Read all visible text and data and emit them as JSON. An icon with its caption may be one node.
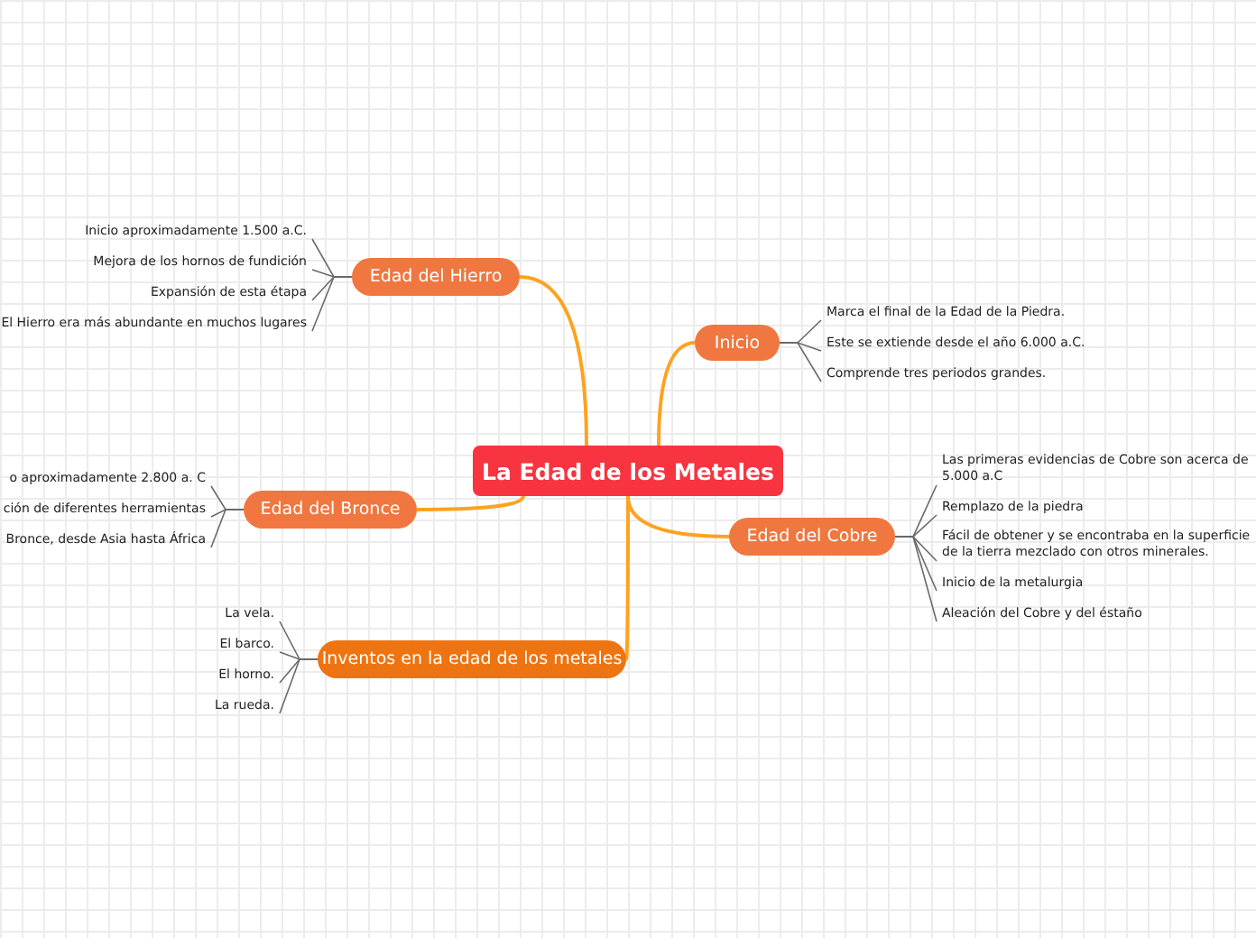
{
  "diagram": {
    "nodes": [
      {
        "text": [
          "La Edad de los Metales"
        ]
      },
      {
        "text": [
          "Edad del Hierro"
        ]
      },
      {
        "text": [
          "Inicio aproximadamente 1.500 a.C."
        ]
      },
      {
        "text": [
          "Mejora de los hornos de fundición"
        ]
      },
      {
        "text": [
          "Expansión de esta étapa"
        ]
      },
      {
        "text": [
          "El Hierro era más abundante en muchos lugares"
        ]
      },
      {
        "text": [
          "Inicio"
        ]
      },
      {
        "text": [
          "Marca el final de la Edad de la Piedra."
        ]
      },
      {
        "text": [
          "Este se extiende desde el año 6.000 a.C."
        ]
      },
      {
        "text": [
          "Comprende tres periodos grandes."
        ]
      },
      {
        "text": [
          "Edad del Bronce"
        ]
      },
      {
        "text": [
          "o aproximadamente 2.800 a. C"
        ]
      },
      {
        "text": [
          "ción de diferentes herramientas"
        ]
      },
      {
        "text": [
          "Bronce, desde Asia hasta África"
        ]
      },
      {
        "text": [
          "Edad del Cobre"
        ]
      },
      {
        "text": [
          "Las primeras evidencias de Cobre son acerca de 5.000 a.C"
        ]
      },
      {
        "text": [
          "Remplazo de la piedra"
        ]
      },
      {
        "text": [
          "Fácil de obtener y se encontraba en la superficie de la tierra mezclado con otros minerales."
        ]
      },
      {
        "text": [
          "Inicio de la metalurgia"
        ]
      },
      {
        "text": [
          "Aleación del Cobre y del éstaño"
        ]
      },
      {
        "text": [
          "Inventos en la edad de los metales"
        ]
      },
      {
        "text": [
          "La vela."
        ]
      },
      {
        "text": [
          "El barco."
        ]
      },
      {
        "text": [
          "El horno."
        ]
      },
      {
        "text": [
          "La rueda."
        ]
      }
    ],
    "edges": [
      {
        "from": 0,
        "to": 1,
        "arrow": "none",
        "color": "#ffa21f"
      },
      {
        "from": 1,
        "to": 2,
        "arrow": "none"
      },
      {
        "from": 1,
        "to": 3,
        "arrow": "none"
      },
      {
        "from": 1,
        "to": 4,
        "arrow": "none"
      },
      {
        "from": 1,
        "to": 5,
        "arrow": "none"
      },
      {
        "from": 0,
        "to": 6,
        "arrow": "none",
        "color": "#ffa21f"
      },
      {
        "from": 6,
        "to": 7,
        "arrow": "none"
      },
      {
        "from": 6,
        "to": 8,
        "arrow": "none"
      },
      {
        "from": 6,
        "to": 9,
        "arrow": "none"
      },
      {
        "from": 0,
        "to": 10,
        "arrow": "none",
        "color": "#ffa21f"
      },
      {
        "from": 10,
        "to": 11,
        "arrow": "none"
      },
      {
        "from": 10,
        "to": 12,
        "arrow": "none"
      },
      {
        "from": 10,
        "to": 13,
        "arrow": "none"
      },
      {
        "from": 0,
        "to": 14,
        "arrow": "none",
        "color": "#ffa21f"
      },
      {
        "from": 14,
        "to": 15,
        "arrow": "none"
      },
      {
        "from": 14,
        "to": 16,
        "arrow": "none"
      },
      {
        "from": 14,
        "to": 17,
        "arrow": "none"
      },
      {
        "from": 14,
        "to": 18,
        "arrow": "none"
      },
      {
        "from": 14,
        "to": 19,
        "arrow": "none"
      },
      {
        "from": 0,
        "to": 20,
        "arrow": "none",
        "color": "#ffa21f"
      },
      {
        "from": 20,
        "to": 21,
        "arrow": "none"
      },
      {
        "from": 20,
        "to": 22,
        "arrow": "none"
      },
      {
        "from": 20,
        "to": 23,
        "arrow": "none"
      },
      {
        "from": 20,
        "to": 24,
        "arrow": "none"
      }
    ]
  }
}
